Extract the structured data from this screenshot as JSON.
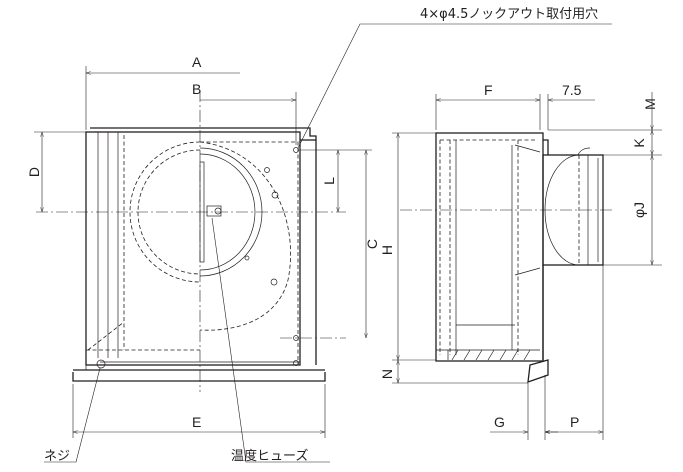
{
  "title": "4×φ4.5ノックアウト取付用穴",
  "callouts": {
    "screw": "ネジ",
    "fuse": "温度ヒューズ"
  },
  "front_view": {
    "A": "A",
    "B": "B",
    "C": "C",
    "D": "D",
    "E": "E",
    "L": "L"
  },
  "side_view": {
    "F": "F",
    "offset": "7.5",
    "M": "M",
    "K": "K",
    "J": "φJ",
    "H": "H",
    "N": "N",
    "G": "G",
    "P": "P"
  }
}
